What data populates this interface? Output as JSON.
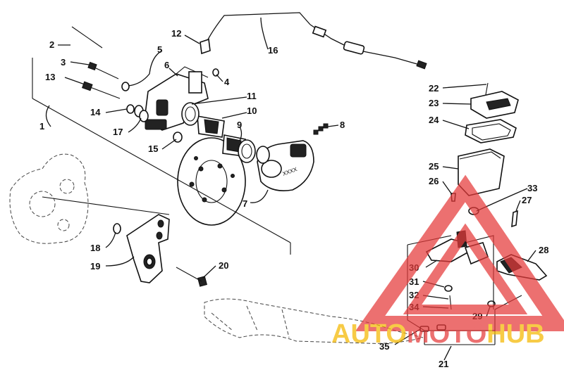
{
  "callouts": [
    {
      "id": "1",
      "label": "1"
    },
    {
      "id": "2",
      "label": "2"
    },
    {
      "id": "3",
      "label": "3"
    },
    {
      "id": "4",
      "label": "4"
    },
    {
      "id": "5",
      "label": "5"
    },
    {
      "id": "6",
      "label": "6"
    },
    {
      "id": "7",
      "label": "7"
    },
    {
      "id": "8",
      "label": "8"
    },
    {
      "id": "9",
      "label": "9"
    },
    {
      "id": "10",
      "label": "10"
    },
    {
      "id": "11",
      "label": "11"
    },
    {
      "id": "12",
      "label": "12"
    },
    {
      "id": "13",
      "label": "13"
    },
    {
      "id": "14",
      "label": "14"
    },
    {
      "id": "15",
      "label": "15"
    },
    {
      "id": "16",
      "label": "16"
    },
    {
      "id": "17",
      "label": "17"
    },
    {
      "id": "18",
      "label": "18"
    },
    {
      "id": "19",
      "label": "19"
    },
    {
      "id": "20",
      "label": "20"
    },
    {
      "id": "21",
      "label": "21"
    },
    {
      "id": "22",
      "label": "22"
    },
    {
      "id": "23",
      "label": "23"
    },
    {
      "id": "24",
      "label": "24"
    },
    {
      "id": "25",
      "label": "25"
    },
    {
      "id": "26",
      "label": "26"
    },
    {
      "id": "27",
      "label": "27"
    },
    {
      "id": "28",
      "label": "28"
    },
    {
      "id": "29",
      "label": "29"
    },
    {
      "id": "30",
      "label": "30"
    },
    {
      "id": "31",
      "label": "31"
    },
    {
      "id": "32",
      "label": "32"
    },
    {
      "id": "33",
      "label": "33"
    },
    {
      "id": "34",
      "label": "34"
    },
    {
      "id": "35",
      "label": "35"
    }
  ],
  "watermark": {
    "text_part1": "AUTO",
    "text_part2": "MOTO",
    "text_part3": "HUB",
    "color_triangle": "#e63a3a",
    "color_auto": "#f5b800",
    "color_moto": "#e63a3a",
    "color_hub": "#f5b800"
  },
  "colors": {
    "line": "#111111",
    "background": "#ffffff"
  }
}
